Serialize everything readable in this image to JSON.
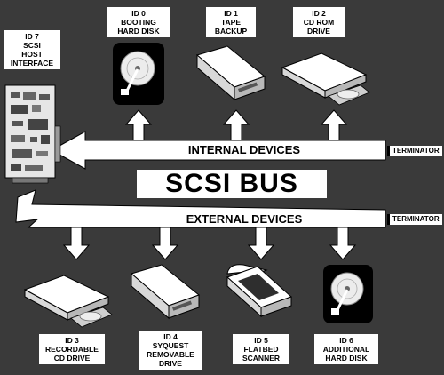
{
  "bus_title": "SCSI BUS",
  "internal_label": "INTERNAL DEVICES",
  "external_label": "EXTERNAL DEVICES",
  "terminator_label": "TERMINATOR",
  "devices": [
    {
      "id": "ID 7",
      "lines": [
        "SCSI",
        "HOST",
        "INTERFACE"
      ],
      "icon": "scsi-host-interface-card"
    },
    {
      "id": "ID 0",
      "lines": [
        "BOOTING",
        "HARD DISK"
      ],
      "icon": "hard-disk"
    },
    {
      "id": "ID 1",
      "lines": [
        "TAPE",
        "BACKUP"
      ],
      "icon": "tape-drive"
    },
    {
      "id": "ID 2",
      "lines": [
        "CD ROM",
        "DRIVE"
      ],
      "icon": "cd-rom-drive"
    },
    {
      "id": "ID 3",
      "lines": [
        "RECORDABLE",
        "CD DRIVE"
      ],
      "icon": "cd-recorder"
    },
    {
      "id": "ID 4",
      "lines": [
        "SYQUEST",
        "REMOVABLE",
        "DRIVE"
      ],
      "icon": "removable-drive"
    },
    {
      "id": "ID 5",
      "lines": [
        "FLATBED",
        "SCANNER"
      ],
      "icon": "flatbed-scanner"
    },
    {
      "id": "ID 6",
      "lines": [
        "ADDITIONAL",
        "HARD DISK"
      ],
      "icon": "hard-disk"
    }
  ],
  "colors": {
    "background": "#3a3a3a",
    "bus": "#ffffff",
    "ink": "#000000"
  }
}
